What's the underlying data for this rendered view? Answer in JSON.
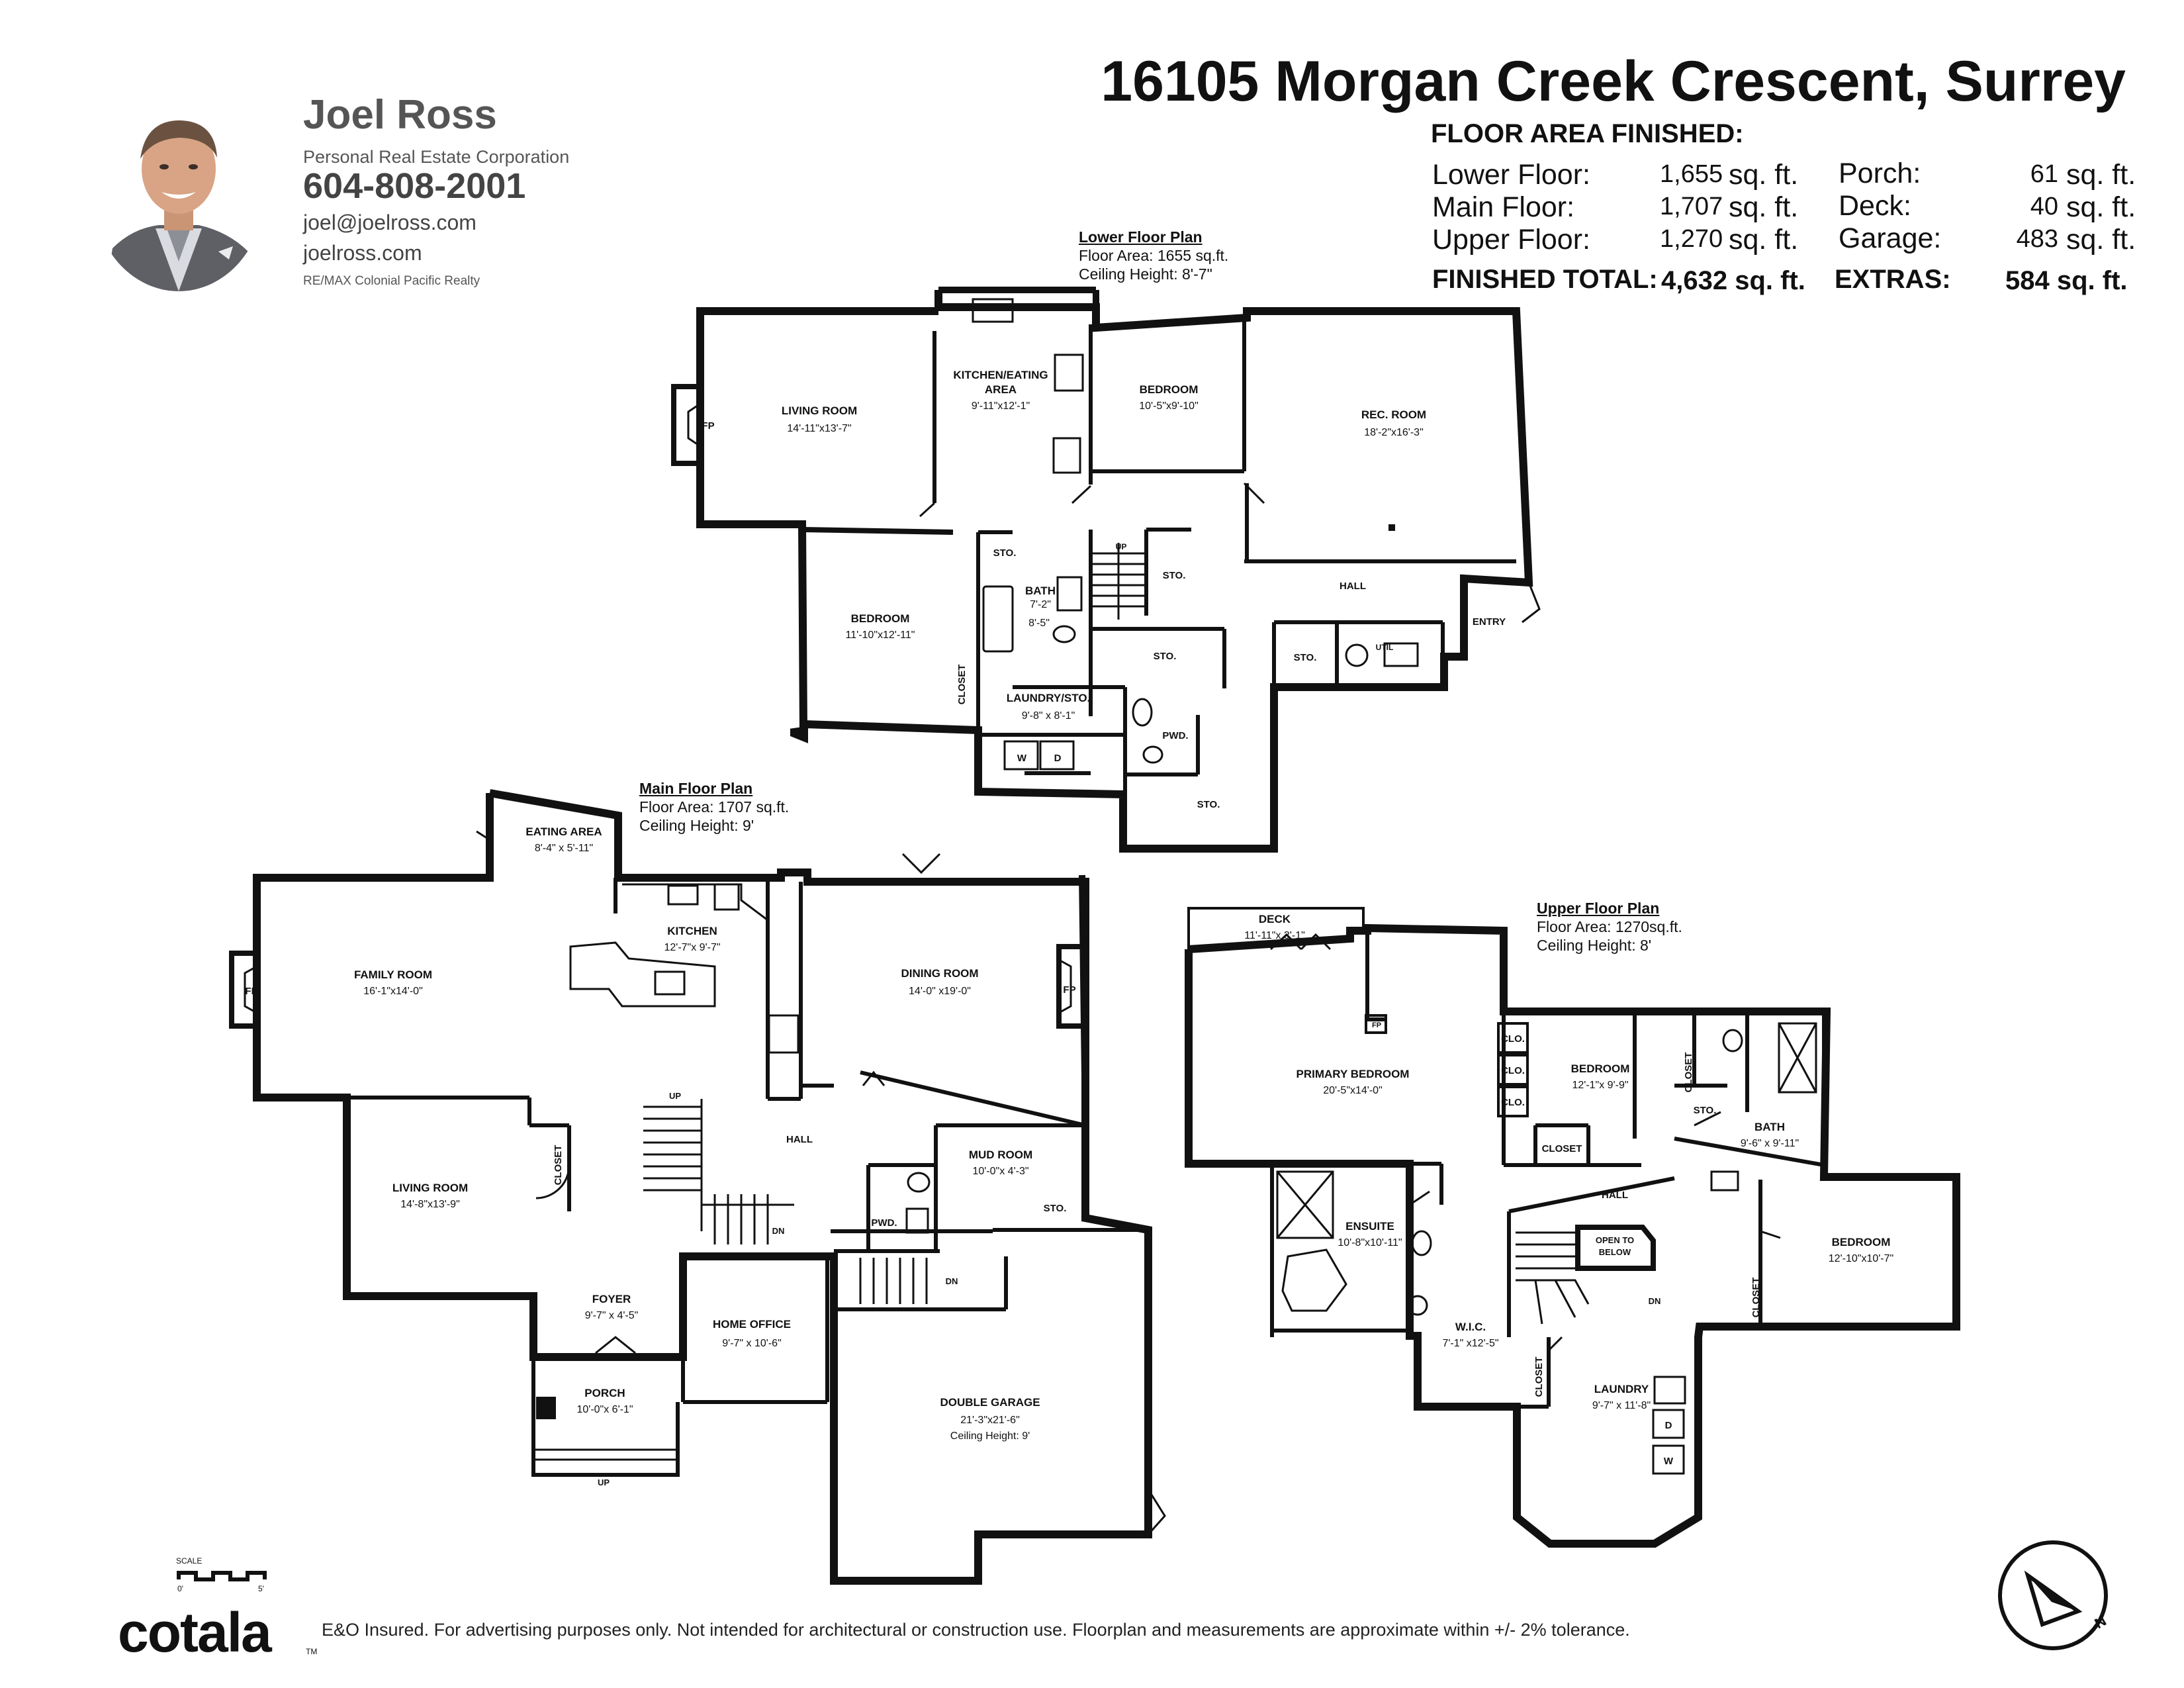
{
  "agent": {
    "name": "Joel Ross",
    "corporation": "Personal Real Estate Corporation",
    "phone": "604-808-2001",
    "email": "joel@joelross.com",
    "website": "joelross.com",
    "brokerage": "RE/MAX Colonial Pacific Realty"
  },
  "title": "16105 Morgan Creek Crescent, Surrey",
  "floor_area": {
    "heading": "FLOOR AREA FINISHED:",
    "rows": [
      {
        "label": "Lower Floor:",
        "value": "1,655",
        "unit": "sq. ft."
      },
      {
        "label": "Main Floor:",
        "value": "1,707",
        "unit": "sq. ft."
      },
      {
        "label": "Upper Floor:",
        "value": "1,270",
        "unit": "sq. ft."
      }
    ],
    "extras": [
      {
        "label": "Porch:",
        "value": "61",
        "unit": "sq. ft."
      },
      {
        "label": "Deck:",
        "value": "40",
        "unit": "sq. ft."
      },
      {
        "label": "Garage:",
        "value": "483",
        "unit": "sq. ft."
      }
    ],
    "total_label": "FINISHED TOTAL:",
    "total_value": "4,632 sq. ft.",
    "extras_label": "EXTRAS:",
    "extras_value": "584 sq. ft."
  },
  "plans": {
    "lower": {
      "title": "Lower Floor Plan",
      "area": "Floor Area: 1655 sq.ft.",
      "ceiling": "Ceiling Height: 8'-7\"",
      "rooms": {
        "living": {
          "name": "LIVING ROOM",
          "dim": "14'-11\"x13'-7\""
        },
        "kitchen1": "KITCHEN/EATING",
        "kitchen2": "AREA",
        "kitchen_dim": "9'-11\"x12'-1\"",
        "bedroom1": {
          "name": "BEDROOM",
          "dim": "10'-5\"x9'-10\""
        },
        "rec": {
          "name": "REC. ROOM",
          "dim": "18'-2\"x16'-3\""
        },
        "bedroom2": {
          "name": "BEDROOM",
          "dim": "11'-10\"x12'-11\""
        },
        "bath": "BATH",
        "bath_dim1": "7'-2\"",
        "bath_dim2": "8'-5\"",
        "laundry": {
          "name": "LAUNDRY/STO.",
          "dim": "9'-8\" x 8'-1\""
        },
        "sto": "STO.",
        "hall": "HALL",
        "entry": "ENTRY",
        "util": "UTIL",
        "pwd": "PWD.",
        "closet": "CLOSET",
        "fp": "FP",
        "up": "UP",
        "w": "W",
        "d": "D"
      }
    },
    "main": {
      "title": "Main Floor Plan",
      "area": "Floor Area: 1707 sq.ft.",
      "ceiling": "Ceiling Height: 9'",
      "rooms": {
        "eating": {
          "name": "EATING AREA",
          "dim": "8'-4\" x 5'-11\""
        },
        "family": {
          "name": "FAMILY ROOM",
          "dim": "16'-1\"x14'-0\""
        },
        "kitchen": {
          "name": "KITCHEN",
          "dim": "12'-7\"x 9'-7\""
        },
        "dining": {
          "name": "DINING ROOM",
          "dim": "14'-0\" x19'-0\""
        },
        "living": {
          "name": "LIVING ROOM",
          "dim": "14'-8\"x13'-9\""
        },
        "hall": "HALL",
        "mud": {
          "name": "MUD ROOM",
          "dim": "10'-0\"x 4'-3\""
        },
        "sto": "STO.",
        "pwd": "PWD.",
        "foyer": {
          "name": "FOYER",
          "dim": "9'-7\" x 4'-5\""
        },
        "office": {
          "name": "HOME OFFICE",
          "dim": "9'-7\" x 10'-6\""
        },
        "porch": {
          "name": "PORCH",
          "dim": "10'-0\"x 6'-1\""
        },
        "garage": {
          "name": "DOUBLE GARAGE",
          "dim": "21'-3\"x21'-6\"",
          "ceiling": "Ceiling Height: 9'"
        },
        "closet": "CLOSET",
        "fp": "FP",
        "up": "UP",
        "dn": "DN"
      }
    },
    "upper": {
      "title": "Upper Floor Plan",
      "area": "Floor Area: 1270sq.ft.",
      "ceiling": "Ceiling Height: 8'",
      "rooms": {
        "deck": {
          "name": "DECK",
          "dim": "11'-11\"x 3'-1\""
        },
        "primary": {
          "name": "PRIMARY BEDROOM",
          "dim": "20'-5\"x14'-0\""
        },
        "bedroom1": {
          "name": "BEDROOM",
          "dim": "12'-1\"x 9'-9\""
        },
        "bath": {
          "name": "BATH",
          "dim": "9'-6\" x 9'-11\""
        },
        "ensuite": {
          "name": "ENSUITE",
          "dim": "10'-8\"x10'-11\""
        },
        "hall": "HALL",
        "open1": "OPEN TO",
        "open2": "BELOW",
        "bedroom2": {
          "name": "BEDROOM",
          "dim": "12'-10\"x10'-7\""
        },
        "wic": {
          "name": "W.I.C.",
          "dim": "7'-1\" x12'-5\""
        },
        "laundry": {
          "name": "LAUNDRY",
          "dim": "9'-7\" x 11'-8\""
        },
        "clo": "CLO.",
        "closet": "CLOSET",
        "sto": "STO.",
        "fp": "FP",
        "dn": "DN",
        "w": "W",
        "d": "D"
      }
    }
  },
  "scale": {
    "label": "SCALE",
    "zero": "0'",
    "five": "5'"
  },
  "compass": {
    "n": "N"
  },
  "footer": {
    "brand": "cotala",
    "tm": "TM",
    "disclaimer": "E&O Insured. For advertising purposes only. Not intended for architectural or construction use. Floorplan and measurements are approximate within +/- 2% tolerance."
  }
}
